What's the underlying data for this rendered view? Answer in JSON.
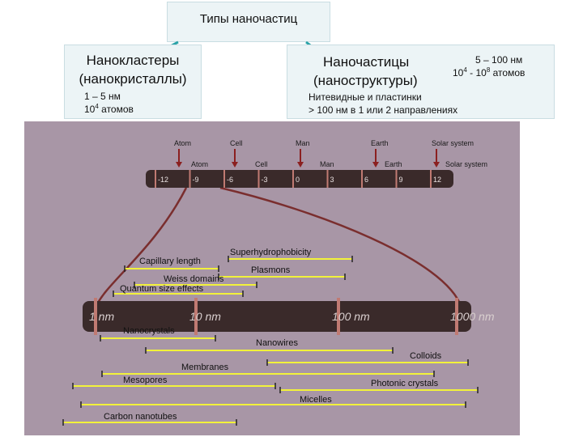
{
  "header": {
    "title": "Типы наночастиц"
  },
  "left_box": {
    "title_line1": "Нанокластеры",
    "title_line2": "(нанокристаллы)",
    "size": "1 – 5 нм",
    "atoms_base": "10",
    "atoms_exp": "4",
    "atoms_unit": "атомов"
  },
  "right_box": {
    "title_line1": "Наночастицы",
    "title_line2": "(наноструктуры)",
    "size": "5 – 100 нм",
    "atoms_from_base": "10",
    "atoms_from_exp": "4",
    "atoms_to_base": "10",
    "atoms_to_exp": "8",
    "atoms_unit": "атомов",
    "note_line1": "Нитевидные и пластинки",
    "note_line2": "> 100 нм в 1 или 2 направлениях"
  },
  "figure": {
    "background": "#a896a6",
    "top_scale": {
      "arrow_labels": [
        "Atom",
        "Cell",
        "Man",
        "Earth",
        "Solar system"
      ],
      "object_labels": [
        "Atom",
        "Cell",
        "Man",
        "Earth",
        "Solar system"
      ],
      "exponents": [
        "-12",
        "-9",
        "-6",
        "-3",
        "0",
        "3",
        "6",
        "9",
        "12"
      ]
    },
    "bottom_scale": {
      "ticks": [
        "1 nm",
        "10 nm",
        "100 nm",
        "1000 nm"
      ]
    },
    "ranges": [
      {
        "label": "Superhydrophobicity"
      },
      {
        "label": "Capillary length"
      },
      {
        "label": "Plasmons"
      },
      {
        "label": "Weiss domains"
      },
      {
        "label": "Quantum size effects"
      },
      {
        "label": "Nanocrystals"
      },
      {
        "label": "Nanowires"
      },
      {
        "label": "Colloids"
      },
      {
        "label": "Membranes"
      },
      {
        "label": "Mesopores"
      },
      {
        "label": "Photonic crystals"
      },
      {
        "label": "Micelles"
      },
      {
        "label": "Carbon nanotubes"
      }
    ],
    "colors": {
      "bar": "#3a2a2a",
      "tick": "#c07a72",
      "range_line": "#f2f23a",
      "connector": "#7a2e2e"
    }
  }
}
